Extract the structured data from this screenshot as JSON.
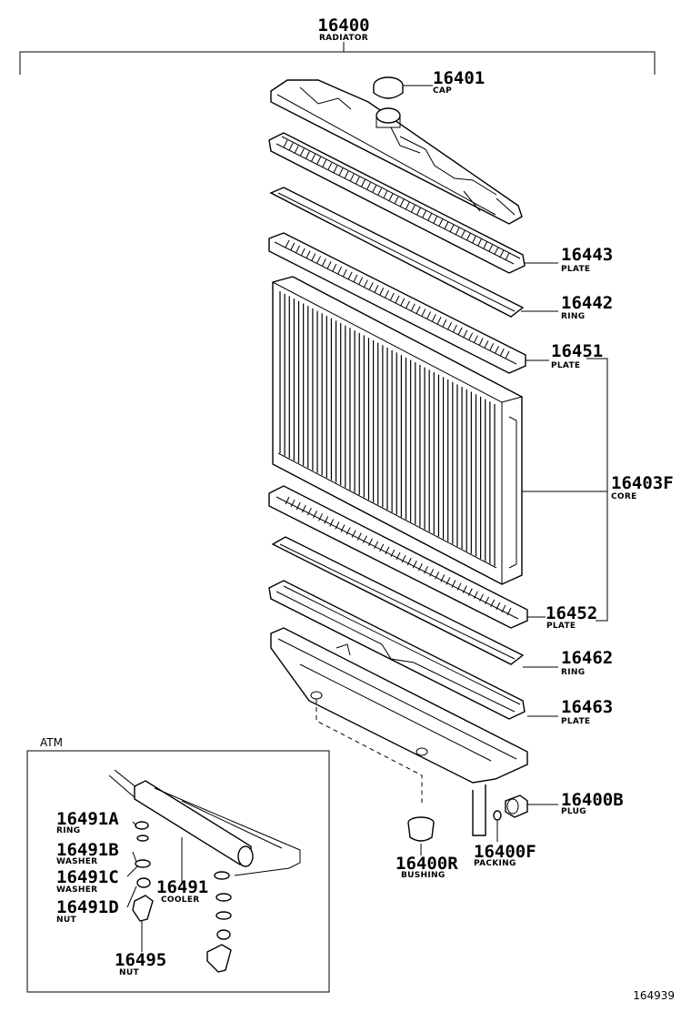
{
  "diagram_id": "164939",
  "inset_label": "ATM",
  "parts": [
    {
      "key": "radiator",
      "number": "16400",
      "name": "RADIATOR"
    },
    {
      "key": "cap",
      "number": "16401",
      "name": "CAP"
    },
    {
      "key": "plate_16443",
      "number": "16443",
      "name": "PLATE"
    },
    {
      "key": "ring_16442",
      "number": "16442",
      "name": "RING"
    },
    {
      "key": "plate_16451",
      "number": "16451",
      "name": "PLATE"
    },
    {
      "key": "core",
      "number": "16403F",
      "name": "CORE"
    },
    {
      "key": "plate_16452",
      "number": "16452",
      "name": "PLATE"
    },
    {
      "key": "ring_16462",
      "number": "16462",
      "name": "RING"
    },
    {
      "key": "plate_16463",
      "number": "16463",
      "name": "PLATE"
    },
    {
      "key": "plug",
      "number": "16400B",
      "name": "PLUG"
    },
    {
      "key": "packing",
      "number": "16400F",
      "name": "PACKING"
    },
    {
      "key": "bushing",
      "number": "16400R",
      "name": "BUSHING"
    },
    {
      "key": "ring_16491a",
      "number": "16491A",
      "name": "RING"
    },
    {
      "key": "washer_16491b",
      "number": "16491B",
      "name": "WASHER"
    },
    {
      "key": "washer_16491c",
      "number": "16491C",
      "name": "WASHER"
    },
    {
      "key": "nut_16491d",
      "number": "16491D",
      "name": "NUT"
    },
    {
      "key": "cooler",
      "number": "16491",
      "name": "COOLER"
    },
    {
      "key": "nut_16495",
      "number": "16495",
      "name": "NUT"
    }
  ]
}
